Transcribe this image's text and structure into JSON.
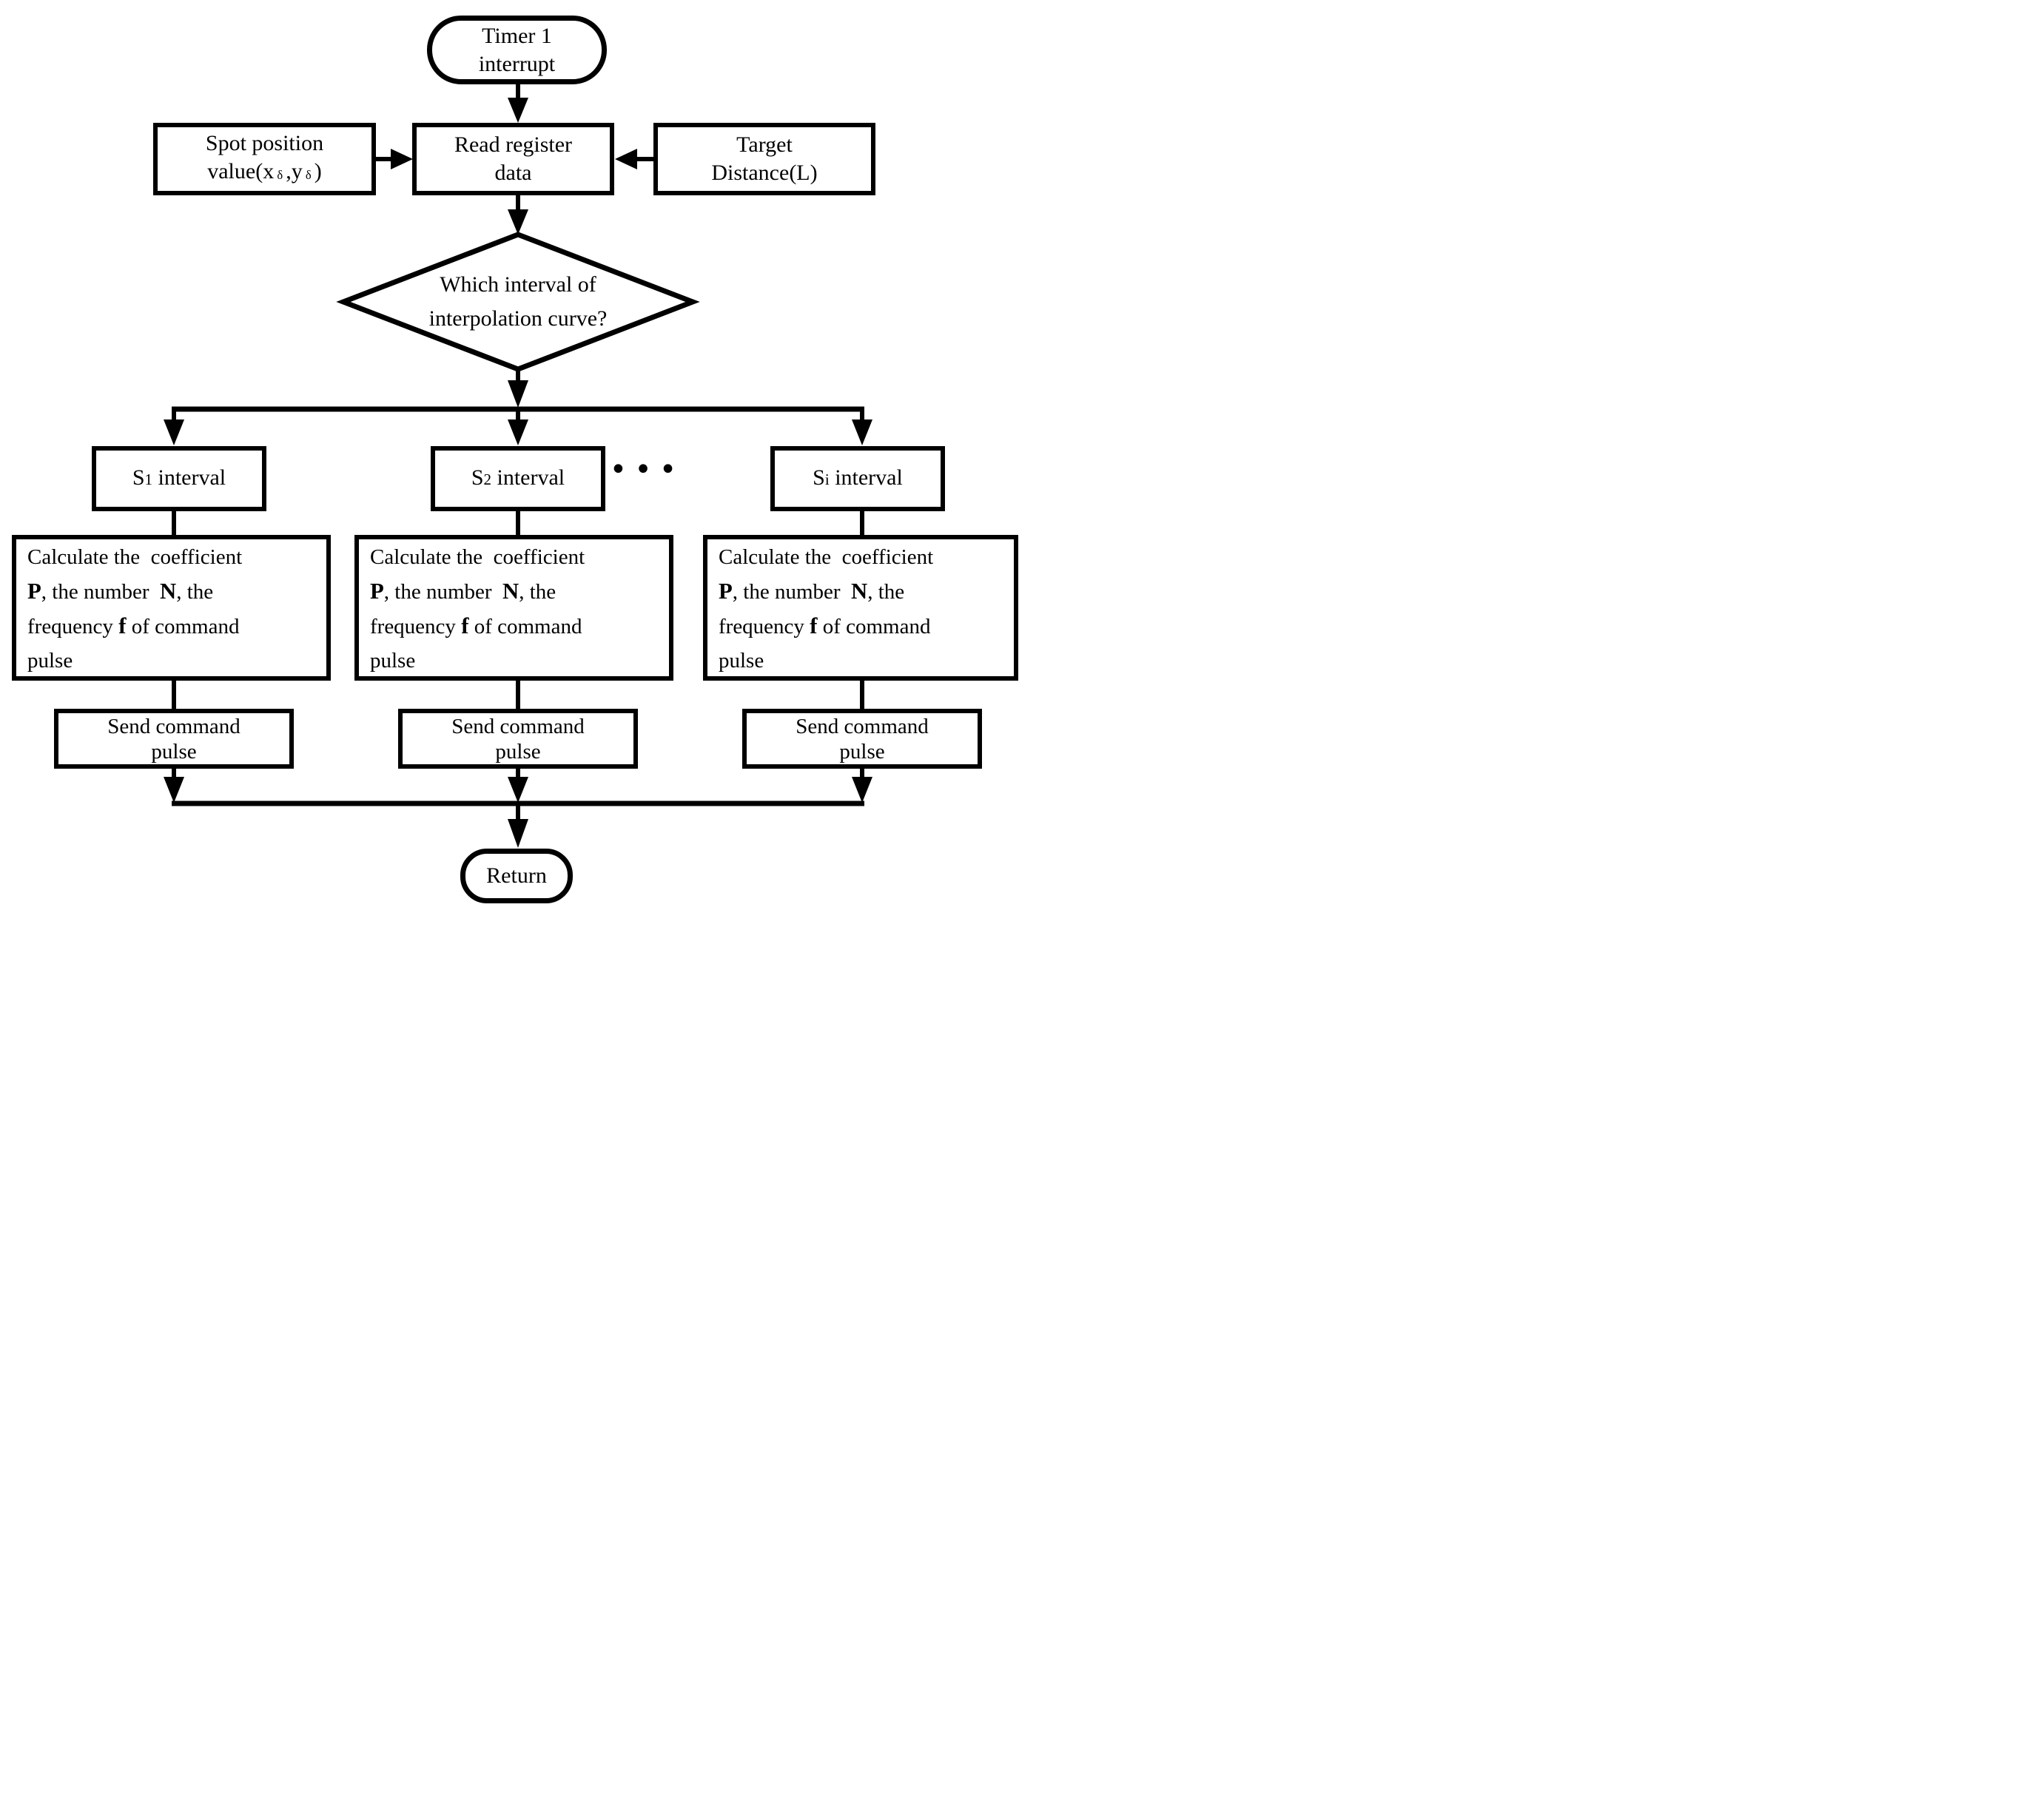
{
  "colors": {
    "ink": "#000000",
    "paper": "#ffffff"
  },
  "diagram": {
    "start": {
      "line1": "Timer 1",
      "line2": "interrupt"
    },
    "spot": {
      "line1": "Spot position",
      "line2": [
        {
          "t": "value(x"
        },
        {
          "t": " δ ",
          "sm": true
        },
        {
          "t": ",y"
        },
        {
          "t": " δ ",
          "sm": true
        },
        {
          "t": ")"
        }
      ]
    },
    "read": {
      "line1": "Read register",
      "line2": "data"
    },
    "target": {
      "line1": "Target",
      "line2": "Distance(L)"
    },
    "decision": {
      "line1": "Which interval of",
      "line2": "interpolation curve?"
    },
    "ellipsis": "•••",
    "branches": [
      {
        "interval": [
          {
            "t": "S"
          },
          {
            "t": "1",
            "sub": true
          },
          {
            "t": " interval"
          }
        ]
      },
      {
        "interval": [
          {
            "t": "S"
          },
          {
            "t": "2",
            "sub": true
          },
          {
            "t": " interval"
          }
        ]
      },
      {
        "interval": [
          {
            "t": "S"
          },
          {
            "t": "i",
            "sub": true
          },
          {
            "t": " interval"
          }
        ]
      }
    ],
    "calc_box_lines": [
      [
        {
          "t": "Calculate the  coefficient"
        }
      ],
      [
        {
          "t": "P",
          "b": true
        },
        {
          "t": ", the number  "
        },
        {
          "t": "N",
          "b": true
        },
        {
          "t": ", the"
        }
      ],
      [
        {
          "t": "frequency "
        },
        {
          "t": "f",
          "b": true
        },
        {
          "t": " of command"
        }
      ],
      [
        {
          "t": "pulse"
        }
      ]
    ],
    "send_box": {
      "line1": "Send command",
      "line2": "pulse"
    },
    "end": {
      "label": "Return"
    }
  }
}
